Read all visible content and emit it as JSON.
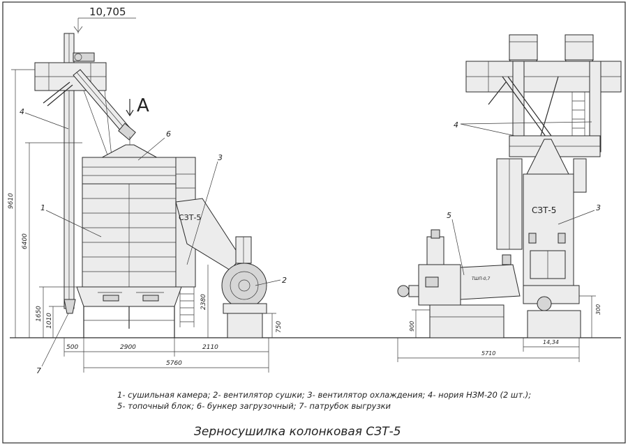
{
  "elevation_mark": "10,705",
  "view_label": "A",
  "machine_label": "СЗТ-5",
  "callouts": {
    "c1": "1",
    "c2": "2",
    "c3": "3",
    "c4": "4",
    "c5": "5",
    "c6": "6",
    "c7": "7"
  },
  "dimensions": {
    "left_height_total": "9610",
    "left_height_6400": "6400",
    "left_height_1650": "1650",
    "left_height_1010": "1010",
    "h_2380": "2380",
    "h_750": "750",
    "w_500": "500",
    "w_2900": "2900",
    "w_2110": "2110",
    "w_5760": "5760",
    "right_h_900": "900",
    "right_h_300": "300",
    "right_w_5710": "5710",
    "right_w_1434": "14,34"
  },
  "legend": {
    "line1": "1- сушильная камера; 2- вентилятор сушки; 3- вентилятор охлаждения; 4- нория НЗМ-20 (2 шт.);",
    "line2": "5- топочный блок; 6- бункер загрузочный; 7- патрубок выгрузки"
  },
  "title": "Зерносушилка колонковая СЗТ-5"
}
